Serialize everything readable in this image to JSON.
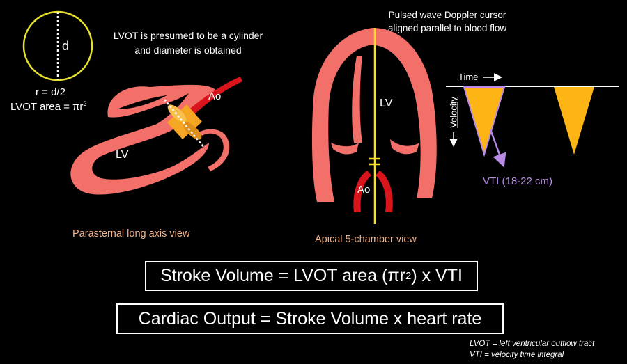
{
  "lvot": {
    "diameter_symbol": "d",
    "note_line1": "LVOT is presumed to be a cylinder",
    "note_line2": "and diameter is obtained",
    "radius_formula": "r = d/2",
    "area_formula_prefix": "LVOT area = πr",
    "area_formula_exp": "2"
  },
  "plax": {
    "ao_label": "Ao",
    "lv_label": "LV",
    "caption": "Parasternal long axis view"
  },
  "apical": {
    "cursor_line1": "Pulsed wave Doppler cursor",
    "cursor_line2": "aligned parallel to blood flow",
    "lv_label": "LV",
    "ao_label": "Ao",
    "caption": "Apical 5-chamber view"
  },
  "doppler": {
    "time_label": "Time",
    "velocity_label": "Velocity",
    "vti_label": "VTI (18-22 cm)"
  },
  "formulas": {
    "stroke_volume_prefix": "Stroke Volume = LVOT area (πr",
    "stroke_volume_exp": "2",
    "stroke_volume_suffix": ") x VTI",
    "cardiac_output": "Cardiac Output = Stroke Volume x heart rate"
  },
  "legend": {
    "lvot_def": "LVOT = left ventricular outflow tract",
    "vti_def": "VTI = velocity time integral"
  },
  "colors": {
    "myocardium": "#f26f6a",
    "aorta_red": "#d8141c",
    "lvot_cylinder": "#f5a623",
    "doppler_fill": "#fdb515",
    "vti_arrow": "#b88be6",
    "cursor_line": "#f5e11e",
    "caption": "#f4b48a"
  }
}
